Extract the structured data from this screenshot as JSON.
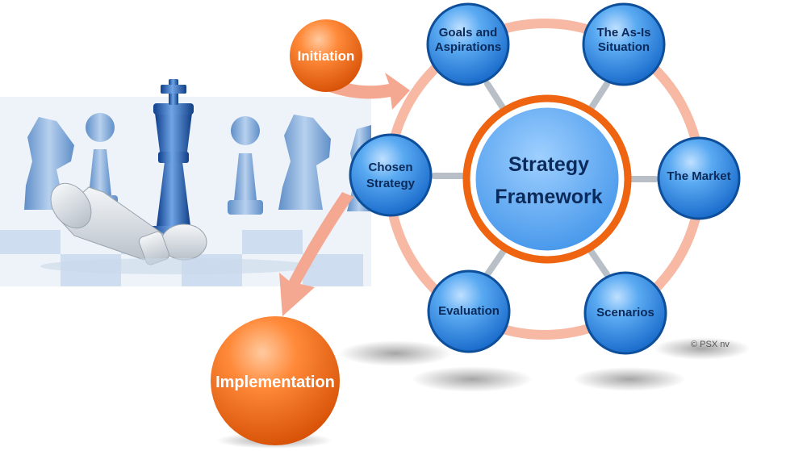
{
  "diagram": {
    "center": {
      "line1": "Strategy",
      "line2": "Framework"
    },
    "nodes": {
      "goals": {
        "line1": "Goals and",
        "line2": "Aspirations"
      },
      "as_is": {
        "line1": "The As-Is",
        "line2": "Situation"
      },
      "market": {
        "line1": "The Market"
      },
      "scenarios": {
        "line1": "Scenarios"
      },
      "evaluation": {
        "line1": "Evaluation"
      },
      "chosen": {
        "line1": "Chosen",
        "line2": "Strategy"
      }
    },
    "initiation": {
      "label": "Initiation"
    },
    "implementation": {
      "label": "Implementation"
    },
    "credit": "© PSX nv"
  },
  "colors": {
    "node_blue": "#2b86e0",
    "node_outline": "#0d4f9a",
    "center_ring": "#ee6410",
    "orbit_ring": "#f7b8a4",
    "orange": "#f06a10",
    "label_dark": "#0b2a5a",
    "connector": "#b9bfc7"
  },
  "icons": {
    "chess_scene": "chess-pieces-image"
  }
}
